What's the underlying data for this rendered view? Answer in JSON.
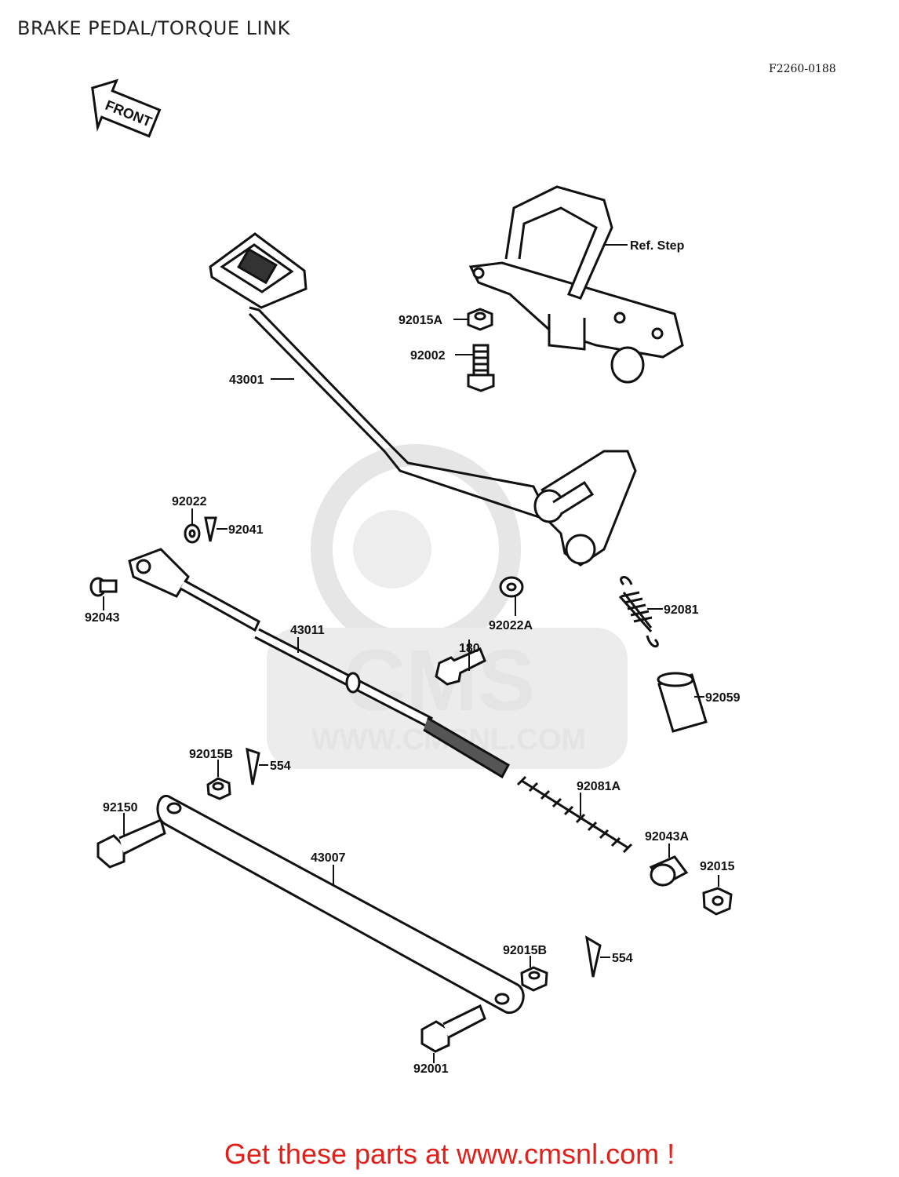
{
  "header": {
    "title": "BRAKE PEDAL/TORQUE LINK",
    "figure_code": "F2260-0188"
  },
  "direction_arrow": {
    "label": "FRONT"
  },
  "watermark": {
    "brand": "CMS",
    "url": "WWW.CMSNL.COM"
  },
  "callouts": {
    "ref_step": "Ref. Step",
    "p92015A": "92015A",
    "p92002": "92002",
    "p43001": "43001",
    "p92022": "92022",
    "p92041": "92041",
    "p92043": "92043",
    "p43011": "43011",
    "p180": "180",
    "p92022A": "92022A",
    "p92081": "92081",
    "p92059": "92059",
    "p92015B_top": "92015B",
    "p554_top": "554",
    "p92150": "92150",
    "p92081A": "92081A",
    "p92043A": "92043A",
    "p43007": "43007",
    "p92015": "92015",
    "p92015B_bottom": "92015B",
    "p554_bottom": "554",
    "p92001": "92001"
  },
  "footer": {
    "promo": "Get these parts at www.cmsnl.com !"
  }
}
